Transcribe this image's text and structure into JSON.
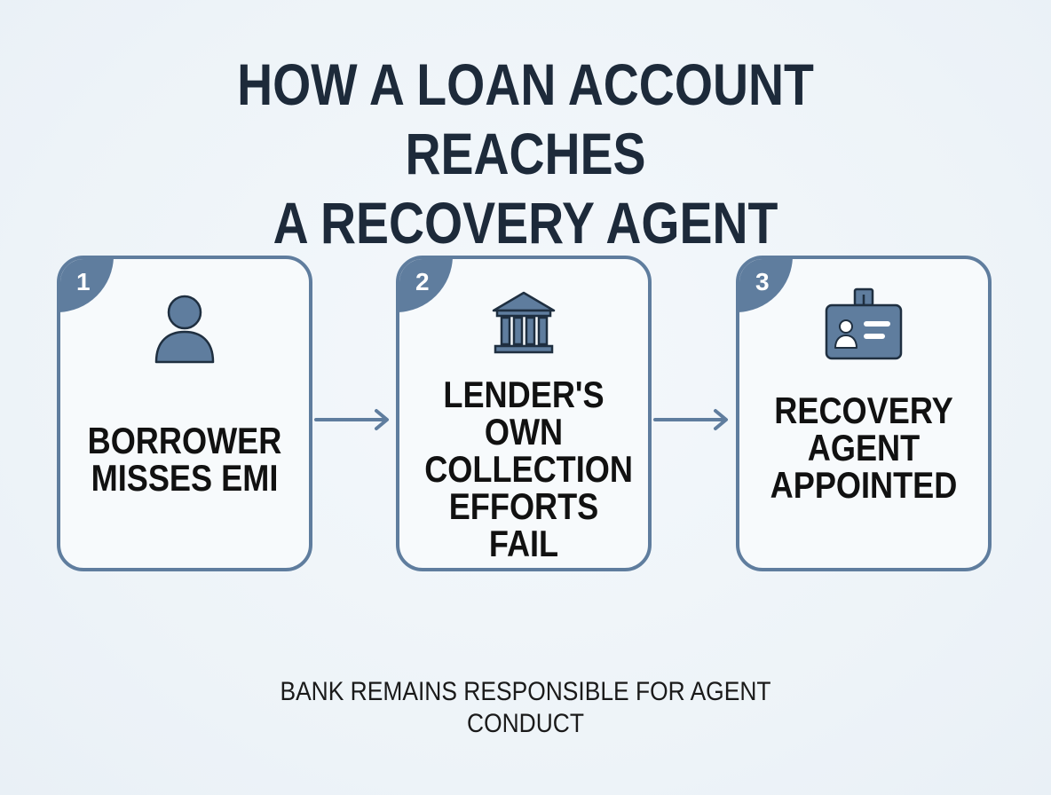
{
  "title": {
    "line1": "HOW A LOAN ACCOUNT REACHES",
    "line2": "A RECOVERY AGENT"
  },
  "steps": [
    {
      "number": "1",
      "icon": "person-icon",
      "lines": [
        "BORROWER",
        "MISSES EMI"
      ]
    },
    {
      "number": "2",
      "icon": "bank-icon",
      "lines": [
        "LENDER'S",
        "OWN",
        "COLLECTION",
        "EFFORTS FAIL"
      ]
    },
    {
      "number": "3",
      "icon": "id-badge-icon",
      "lines": [
        "RECOVERY",
        "AGENT",
        "APPOINTED"
      ]
    }
  ],
  "footer": "BANK REMAINS RESPONSIBLE FOR AGENT CONDUCT",
  "colors": {
    "accent": "#5f7d9e",
    "title": "#1d2a3a",
    "background": "#eef4f9"
  }
}
